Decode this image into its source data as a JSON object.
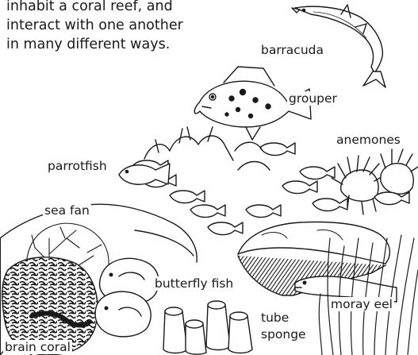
{
  "intro_lines": [
    "inhabit a coral reef, and",
    "interact with one another",
    "in many different ways."
  ],
  "labels": {
    "barracuda": "barracuda",
    "grouper": "grouper",
    "anemones": "anemones",
    "parrotfish": "parrotfish",
    "sea_fan": "sea fan",
    "butterfly_fish": "butterfly fish",
    "moray_eel": "moray eel",
    "tube_sponge": [
      "tube",
      "sponge"
    ],
    "brain_coral": "brain coral"
  },
  "colors": {
    "ink": "#1a1a1a",
    "background": "#ffffff",
    "shade": "#3a3a3a"
  }
}
